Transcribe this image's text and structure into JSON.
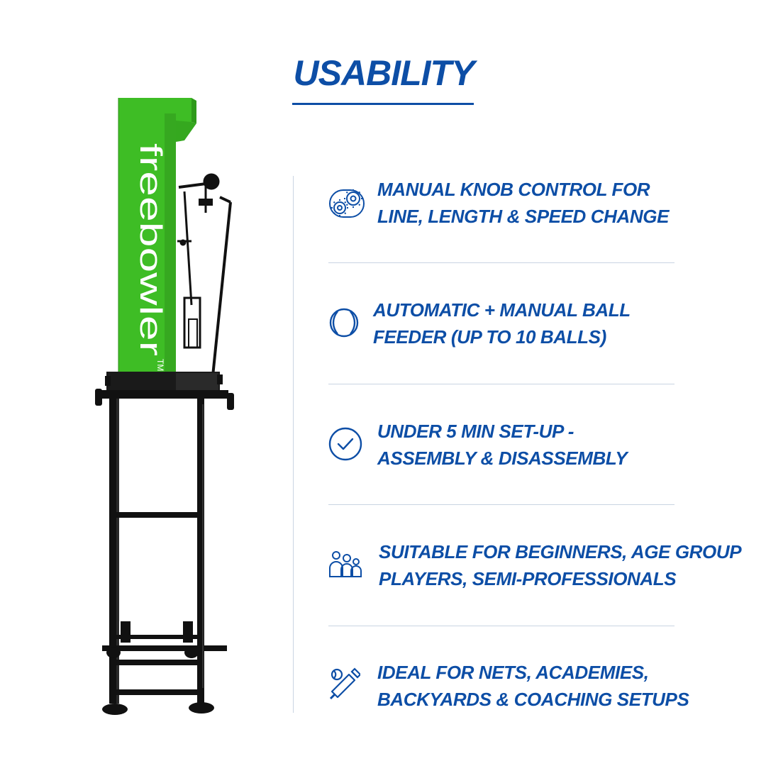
{
  "header": {
    "title": "USABILITY"
  },
  "product": {
    "brand_text": "freebowler",
    "trademark": "TM",
    "colors": {
      "body": "#3ebd25",
      "frame": "#141414"
    }
  },
  "features": [
    {
      "icon": "gears-icon",
      "line1": "MANUAL KNOB CONTROL FOR",
      "line2": "LINE, LENGTH & SPEED CHANGE"
    },
    {
      "icon": "ball-icon",
      "line1": "AUTOMATIC + MANUAL BALL",
      "line2": "FEEDER (UP TO 10 BALLS)"
    },
    {
      "icon": "checkmark-icon",
      "line1": "UNDER 5 MIN SET-UP -",
      "line2": "ASSEMBLY & DISASSEMBLY"
    },
    {
      "icon": "people-icon",
      "line1": "SUITABLE FOR BEGINNERS, AGE GROUP",
      "line2": "PLAYERS, SEMI-PROFESSIONALS"
    },
    {
      "icon": "cricket-bat-ball-icon",
      "line1": "IDEAL FOR NETS, ACADEMIES,",
      "line2": "BACKYARDS & COACHING SETUPS"
    }
  ],
  "accent_color": "#0d4ea6"
}
